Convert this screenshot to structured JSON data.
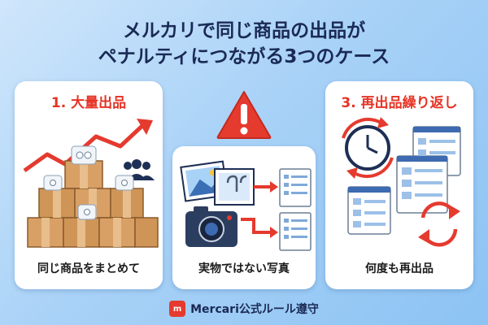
{
  "title": {
    "line1": "メルカリで同じ商品の出品が",
    "line2": "ペナルティにつながる3つのケース"
  },
  "cards": [
    {
      "heading": "1. 大量出品",
      "caption": "同じ商品をまとめて",
      "icon": "stacked-boxes-icon"
    },
    {
      "heading": "",
      "caption": "実物ではない写真",
      "icon": "photo-camera-icon"
    },
    {
      "heading": "3. 再出品繰り返し",
      "caption": "何度も再出品",
      "icon": "clock-listings-icon"
    }
  ],
  "footer": {
    "logo_text": "m",
    "label": "Mercari公式ルール遵守"
  },
  "colors": {
    "accent_red": "#e63325",
    "title_navy": "#1a2a55",
    "background_blue": "#a9d2f7",
    "warning_red": "#e53a2e"
  }
}
